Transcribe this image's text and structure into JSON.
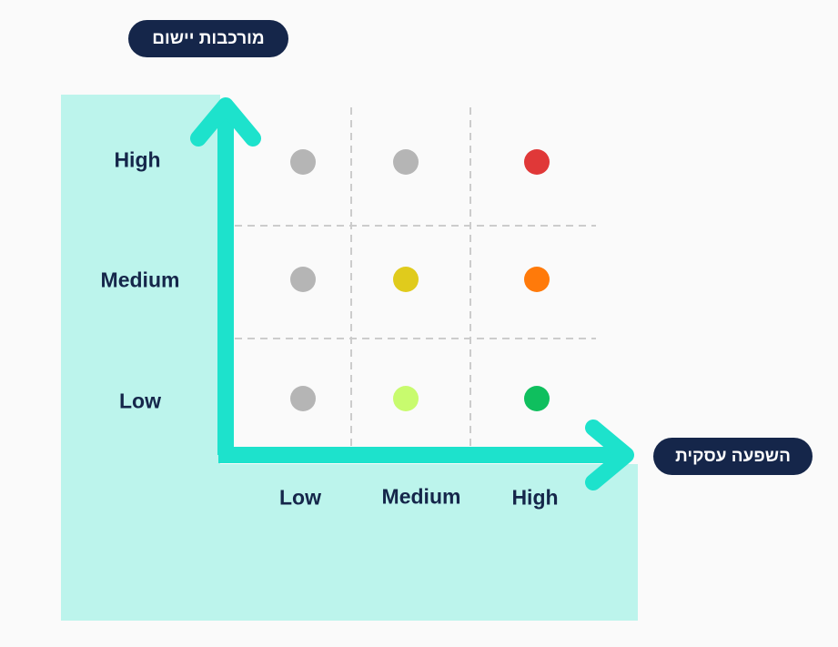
{
  "axes": {
    "y_title": "מורכבות יישום",
    "x_title": "השפעה עסקית"
  },
  "y_levels": [
    "High",
    "Medium",
    "Low"
  ],
  "x_levels": [
    "Low",
    "Medium",
    "High"
  ],
  "colors": {
    "axis": "#1de2cc",
    "background_region": "#bcf4ec",
    "pill_bg": "#15264a",
    "text": "#15264a",
    "grid": "#cccccc"
  },
  "matrix": [
    {
      "row": "High",
      "col": "Low",
      "color": "#b5b5b5"
    },
    {
      "row": "High",
      "col": "Medium",
      "color": "#b5b5b5"
    },
    {
      "row": "High",
      "col": "High",
      "color": "#e03838"
    },
    {
      "row": "Medium",
      "col": "Low",
      "color": "#b5b5b5"
    },
    {
      "row": "Medium",
      "col": "Medium",
      "color": "#e0cb1c"
    },
    {
      "row": "Medium",
      "col": "High",
      "color": "#ff7a0a"
    },
    {
      "row": "Low",
      "col": "Low",
      "color": "#b5b5b5"
    },
    {
      "row": "Low",
      "col": "Medium",
      "color": "#c8fb6e"
    },
    {
      "row": "Low",
      "col": "High",
      "color": "#0fbf5e"
    }
  ]
}
